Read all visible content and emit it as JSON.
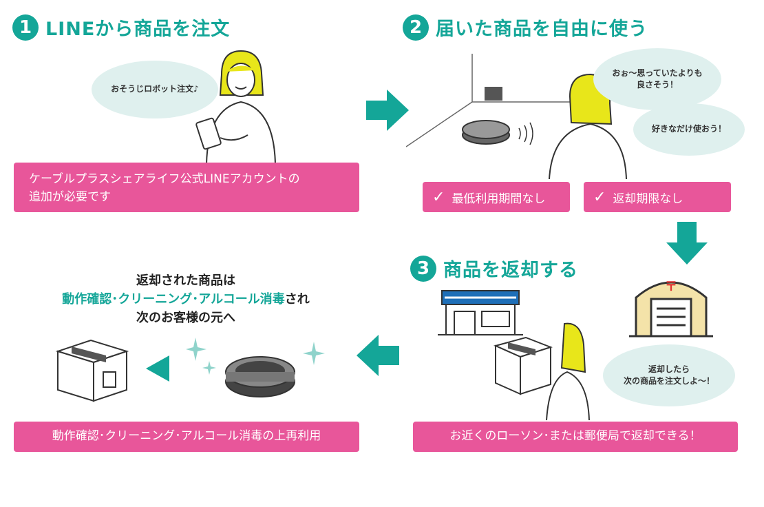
{
  "colors": {
    "teal": "#14a698",
    "pink": "#e8569a",
    "bubble": "#dff0ee",
    "yellow": "#e8e61a"
  },
  "step1": {
    "number": "1",
    "title": "LINEから商品を注文",
    "bubble": "おそうじロボット注文♪",
    "note_line1": "ケーブルプラスシェアライフ公式LINEアカウントの",
    "note_line2": "追加が必要です"
  },
  "step2": {
    "number": "2",
    "title": "届いた商品を自由に使う",
    "bubble1_line1": "おぉ〜思っていたよりも",
    "bubble1_line2": "良さそう！",
    "bubble2": "好きなだけ使おう！",
    "check1": "最低利用期間なし",
    "check2": "返却期限なし"
  },
  "step3": {
    "number": "3",
    "title": "商品を返却する",
    "bubble_line1": "返却したら",
    "bubble_line2": "次の商品を注文しよ〜！",
    "note": "お近くのローソン･または郵便局で返却できる！"
  },
  "step4": {
    "info_line1": "返却された商品は",
    "info_highlight": "動作確認･クリーニング･アルコール消毒",
    "info_suffix": "され",
    "info_line3": "次のお客様の元へ",
    "note": "動作確認･クリーニング･アルコール消毒の上再利用"
  },
  "icons": [
    "check-icon",
    "arrow-right-icon",
    "arrow-down-icon",
    "arrow-left-icon",
    "post-office-icon",
    "convenience-store-icon",
    "box-icon",
    "robot-vacuum-icon",
    "sparkle-icon",
    "smartphone-icon"
  ]
}
